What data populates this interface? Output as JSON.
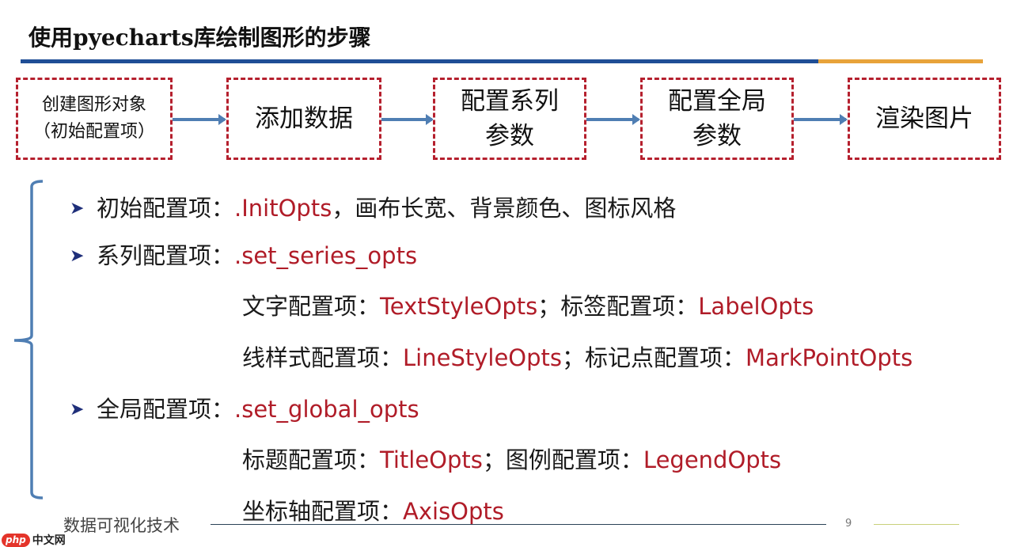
{
  "slide": {
    "title": "使用pyecharts库绘制图形的步骤",
    "colors": {
      "title_rule_blue": "#1f4e96",
      "title_rule_orange": "#e8a33a",
      "dashed_border": "#b5202e",
      "arrow": "#4f7eb3",
      "code_red": "#b01c28",
      "brace": "#4f7eb3"
    }
  },
  "flow": {
    "steps": [
      {
        "lines": [
          "创建图形对象",
          "（初始配置项）"
        ]
      },
      {
        "lines": [
          "添加数据"
        ]
      },
      {
        "lines": [
          "配置系列",
          "参数"
        ]
      },
      {
        "lines": [
          "配置全局",
          "参数"
        ]
      },
      {
        "lines": [
          "渲染图片"
        ]
      }
    ]
  },
  "bullets": {
    "init": {
      "label": "初始配置项：",
      "code": ".InitOpts",
      "sep": "，",
      "desc": "画布长宽、背景颜色、图标风格"
    },
    "series": {
      "label": "系列配置项：",
      "code": ".set_series_opts",
      "sub": [
        {
          "label1": "文字配置项：",
          "code1": "TextStyleOpts",
          "sep": "；",
          "label2": "标签配置项：",
          "code2": "LabelOpts"
        },
        {
          "label1": "线样式配置项：",
          "code1": "LineStyleOpts",
          "sep": "；",
          "label2": "标记点配置项：",
          "code2": "MarkPointOpts"
        }
      ]
    },
    "global": {
      "label": "全局配置项：",
      "code": ".set_global_opts",
      "sub": [
        {
          "label1": "标题配置项：",
          "code1": "TitleOpts",
          "sep": "；",
          "label2": "图例配置项：",
          "code2": "LegendOpts"
        },
        {
          "label1": "坐标轴配置项：",
          "code1": "AxisOpts"
        }
      ]
    },
    "bullet_glyph": "➤"
  },
  "footer": {
    "course": "数据可视化技术",
    "page_number": "9"
  },
  "watermark": {
    "badge": "php",
    "text": "中文网"
  }
}
